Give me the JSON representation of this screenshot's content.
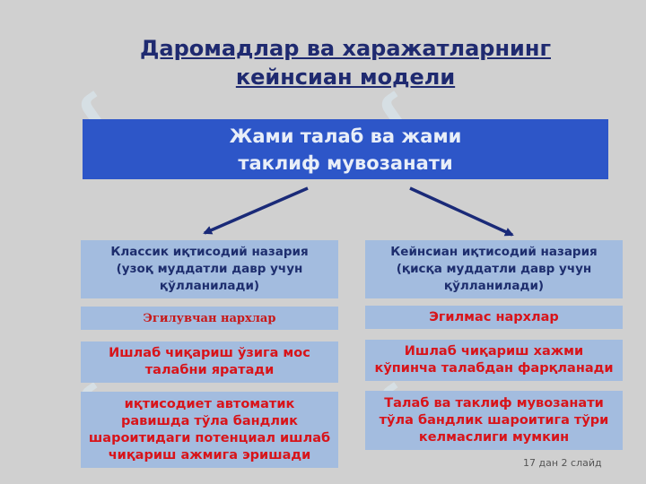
{
  "title": {
    "line1": "Даромадлар ва харажатларнинг",
    "line2": "кейнсиан модели"
  },
  "banner": {
    "line1": "Жами талаб ва жами",
    "line2": "таклиф мувозанати"
  },
  "left": {
    "theory": [
      "Классик иқтисодий назария",
      "(узоқ муддатли давр учун",
      "қўлланилади)"
    ],
    "prices": "Эгилувчан нархлар",
    "production": [
      "Ишлаб чиқариш ўзига мос",
      "талабни яратади"
    ],
    "economy": [
      "иқтисодиет автоматик",
      "равишда тўла бандлик",
      "шароитидаги потенциал ишлаб",
      "чиқариш ажмига эришади"
    ]
  },
  "right": {
    "theory": [
      "Кейнсиан иқтисодий назария",
      "(қисқа муддатли давр учун",
      "қўлланилади)"
    ],
    "prices": "Эгилмас нархлар",
    "production": [
      "Ишлаб чиқариш хажми",
      "кўпинча талабдан фарқланади"
    ],
    "economy": [
      "Талаб ва таклиф мувозанати",
      "тўла бандлик шароитига тўри",
      "келмаслиги мумкин"
    ]
  },
  "footer": "17 дан 2 слайд",
  "colors": {
    "background": "#d0d0d0",
    "banner": "#2d56c8",
    "box": "#a3bcdf",
    "title": "#1f2a70",
    "red_text": "#d8141a"
  }
}
